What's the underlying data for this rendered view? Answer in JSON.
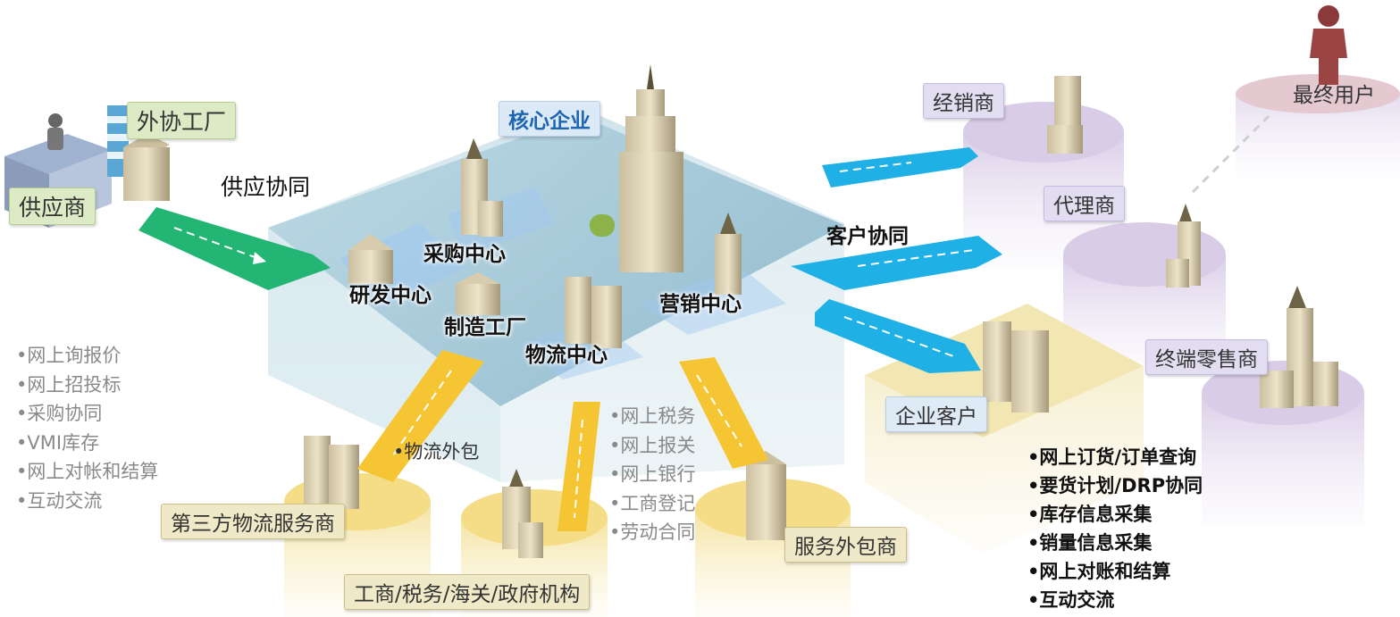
{
  "labels": {
    "core_enterprise": "核心企业",
    "outsourced_factory": "外协工厂",
    "supplier": "供应商",
    "supply_collab": "供应协同",
    "customer_collab": "客户协同",
    "procurement_center": "采购中心",
    "rnd_center": "研发中心",
    "manufacturing_plant": "制造工厂",
    "logistics_center": "物流中心",
    "marketing_center": "营销中心",
    "distributor": "经销商",
    "agent": "代理商",
    "end_user": "最终用户",
    "end_retailer": "终端零售商",
    "enterprise_customer": "企业客户",
    "third_party_logistics": "第三方物流服务商",
    "government": "工商/税务/海关/政府机构",
    "service_outsourcer": "服务外包商",
    "logistics_outsourcing": "•物流外包"
  },
  "supplier_services": [
    "•网上询报价",
    "•网上招投标",
    "•采购协同",
    "•VMI库存",
    "•网上对帐和结算",
    "•互动交流"
  ],
  "gov_services": [
    "•网上税务",
    "•网上报关",
    "•网上银行",
    "•工商登记",
    "•劳动合同"
  ],
  "customer_services": [
    "•网上订货/订单查询",
    "•要货计划/DRP协同",
    "•库存信息采集",
    "•销量信息采集",
    "•网上对账和结算",
    "•互动交流"
  ],
  "colors": {
    "green_arrow": "#22b573",
    "blue_arrow": "#1fb0e6",
    "yellow_arrow": "#f5c533",
    "core_text": "#1f66b0"
  }
}
